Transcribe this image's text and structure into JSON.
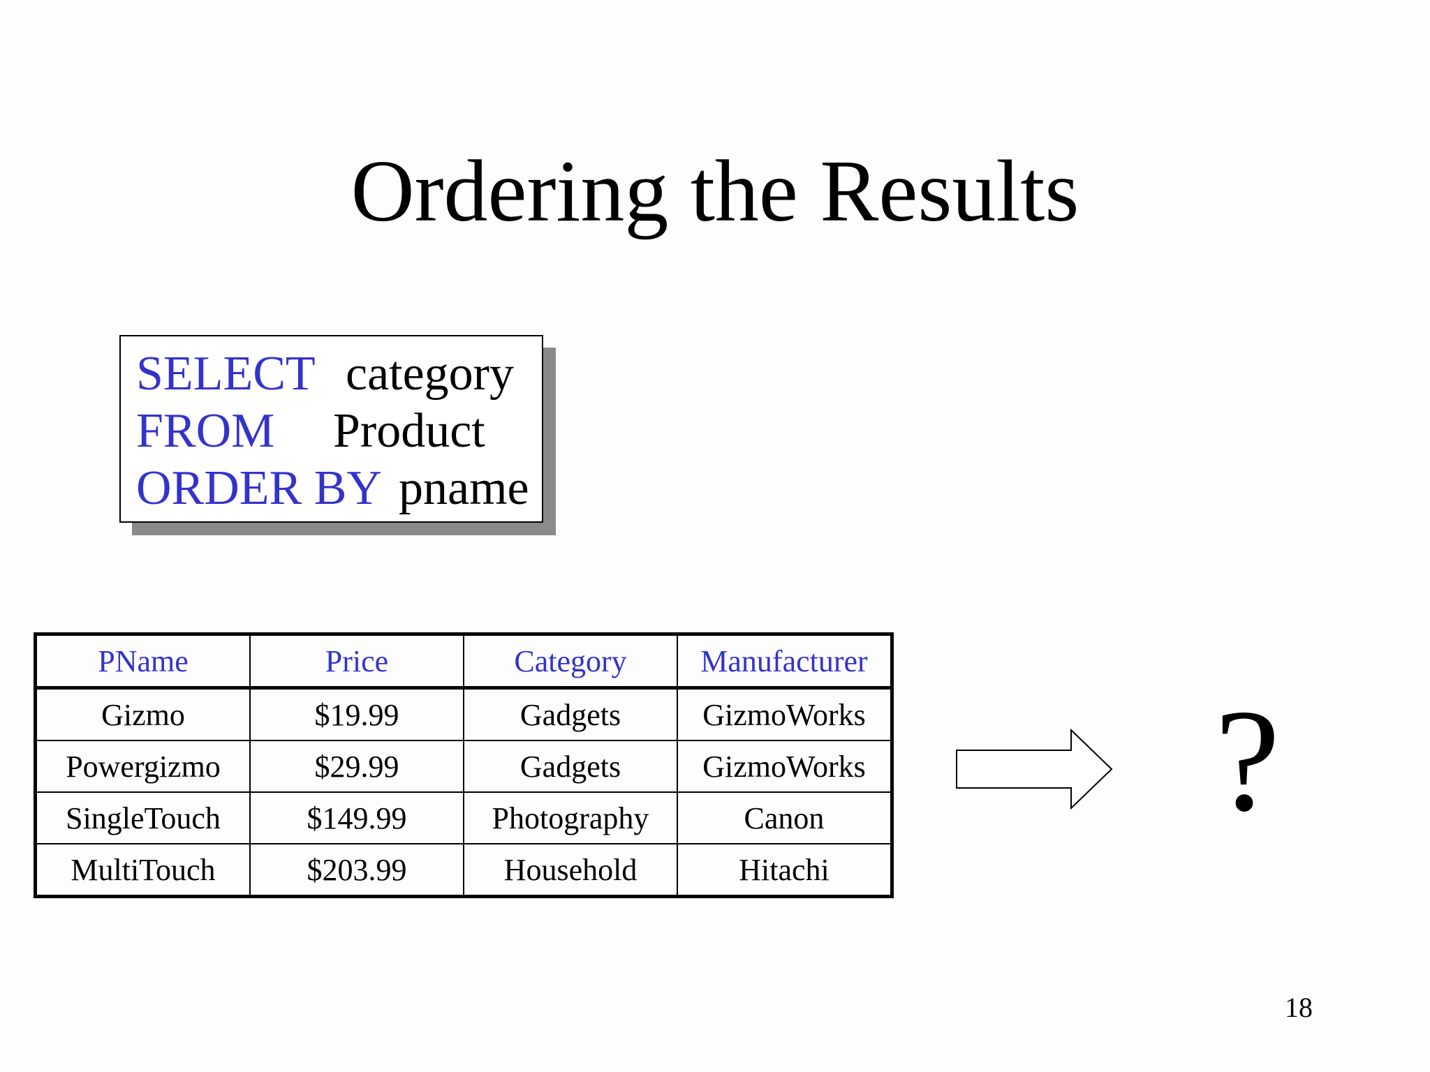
{
  "slide": {
    "title": "Ordering the Results",
    "page_number": "18"
  },
  "query": {
    "lines": [
      {
        "keyword": "SELECT",
        "argument": "category"
      },
      {
        "keyword": "FROM",
        "argument": "Product"
      },
      {
        "keyword": "ORDER BY",
        "argument": "pname"
      }
    ]
  },
  "table": {
    "headers": [
      "PName",
      "Price",
      "Category",
      "Manufacturer"
    ],
    "rows": [
      [
        "Gizmo",
        "$19.99",
        "Gadgets",
        "GizmoWorks"
      ],
      [
        "Powergizmo",
        "$29.99",
        "Gadgets",
        "GizmoWorks"
      ],
      [
        "SingleTouch",
        "$149.99",
        "Photography",
        "Canon"
      ],
      [
        "MultiTouch",
        "$203.99",
        "Household",
        "Hitachi"
      ]
    ]
  },
  "result": {
    "placeholder": "?"
  },
  "colors": {
    "keyword": "#3333cc",
    "text": "#000000",
    "shadow": "#8a8a8a"
  },
  "icons": {
    "arrow": "right-arrow-icon"
  }
}
